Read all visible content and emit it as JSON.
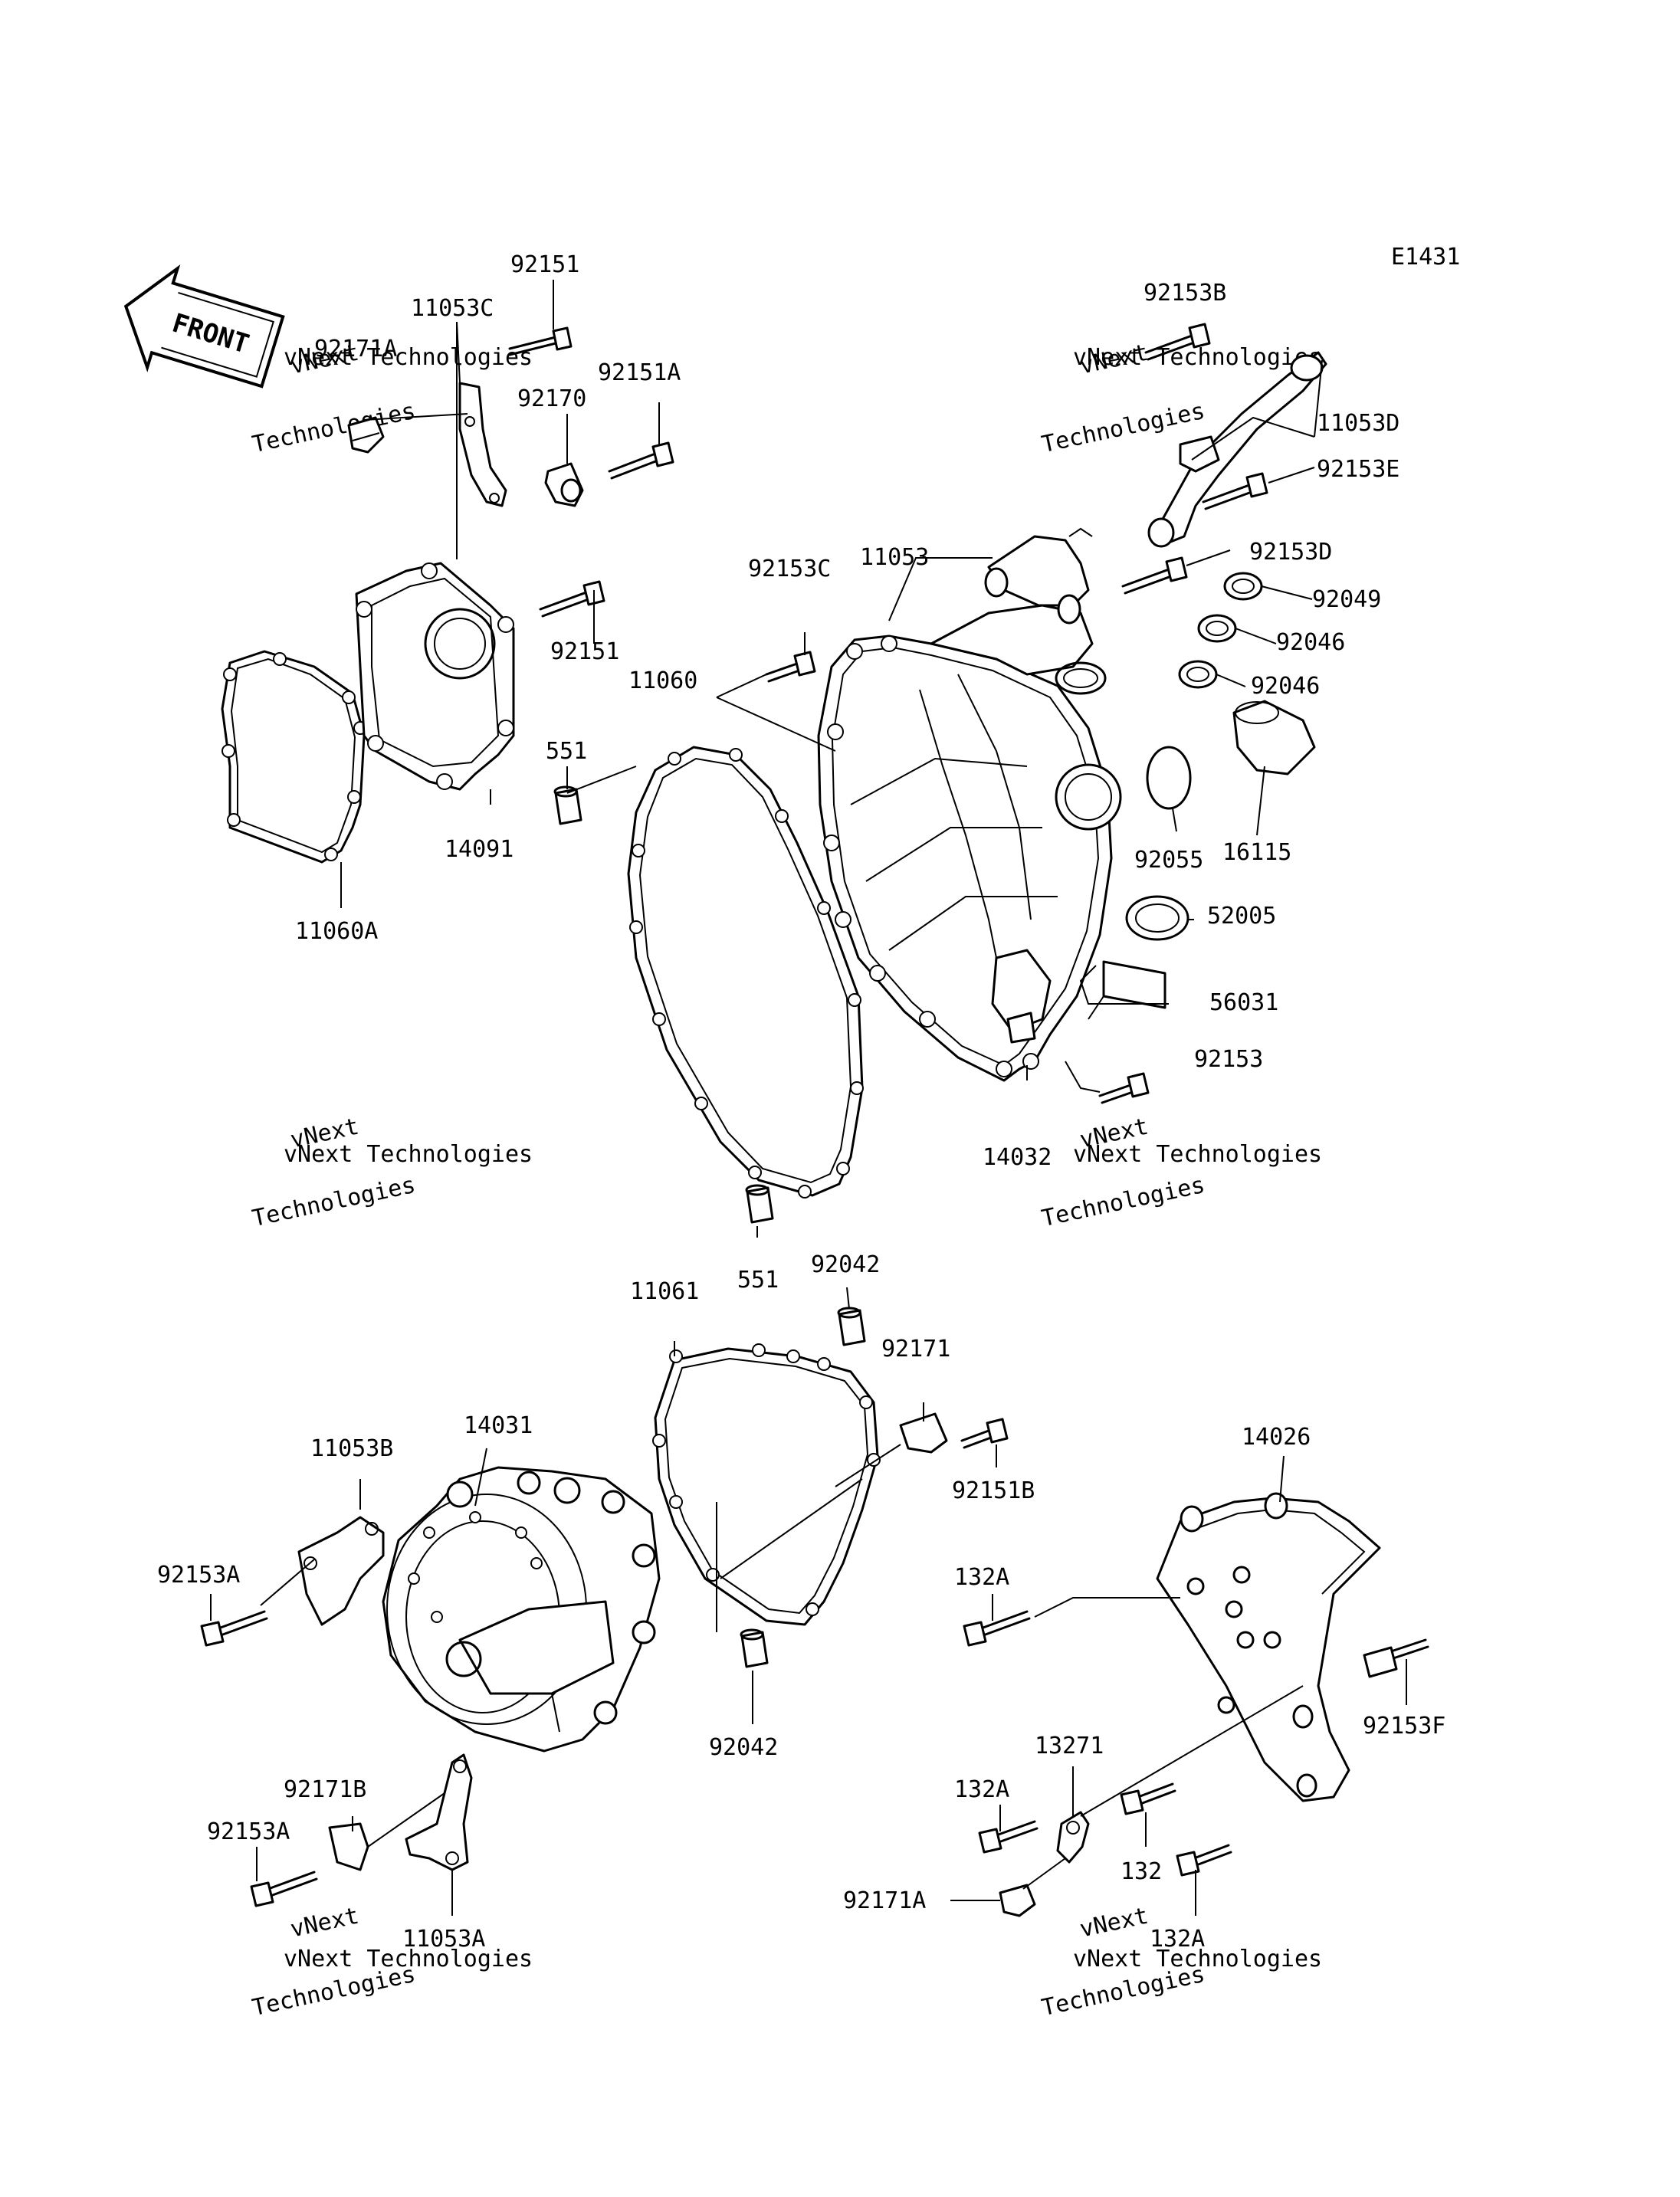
{
  "figure_code": "E1431",
  "front_label": "FRONT",
  "watermark": {
    "brand_top": "vNext",
    "brand_bottom": "Technologies",
    "small": "vNext Technologies"
  },
  "parts": {
    "p92151_top": "92151",
    "p11053C": "11053C",
    "p92171A_top": "92171A",
    "p92151A": "92151A",
    "p92170": "92170",
    "p92151_mid": "92151",
    "p551_top": "551",
    "p14091": "14091",
    "p11060A": "11060A",
    "p11060": "11060",
    "p92153C": "92153C",
    "p11053": "11053",
    "p92153B": "92153B",
    "p11053D": "11053D",
    "p92153E": "92153E",
    "p92153D": "92153D",
    "p92049": "92049",
    "p92046_a": "92046",
    "p92046_b": "92046",
    "p16115": "16115",
    "p92055": "92055",
    "p52005": "52005",
    "p56031": "56031",
    "p92153": "92153",
    "p14032": "14032",
    "p551_bot": "551",
    "p92042_top": "92042",
    "p11061": "11061",
    "p92171": "92171",
    "p92151B": "92151B",
    "p14031": "14031",
    "p11053B": "11053B",
    "p92153A_top": "92153A",
    "p92042_bot": "92042",
    "p92171B": "92171B",
    "p92153A_bot": "92153A",
    "p11053A": "11053A",
    "p14026": "14026",
    "p132A_top": "132A",
    "p92153F": "92153F",
    "p13271": "13271",
    "p132A_mid": "132A",
    "p132": "132",
    "p92171A_bot": "92171A",
    "p132A_bot": "132A"
  }
}
